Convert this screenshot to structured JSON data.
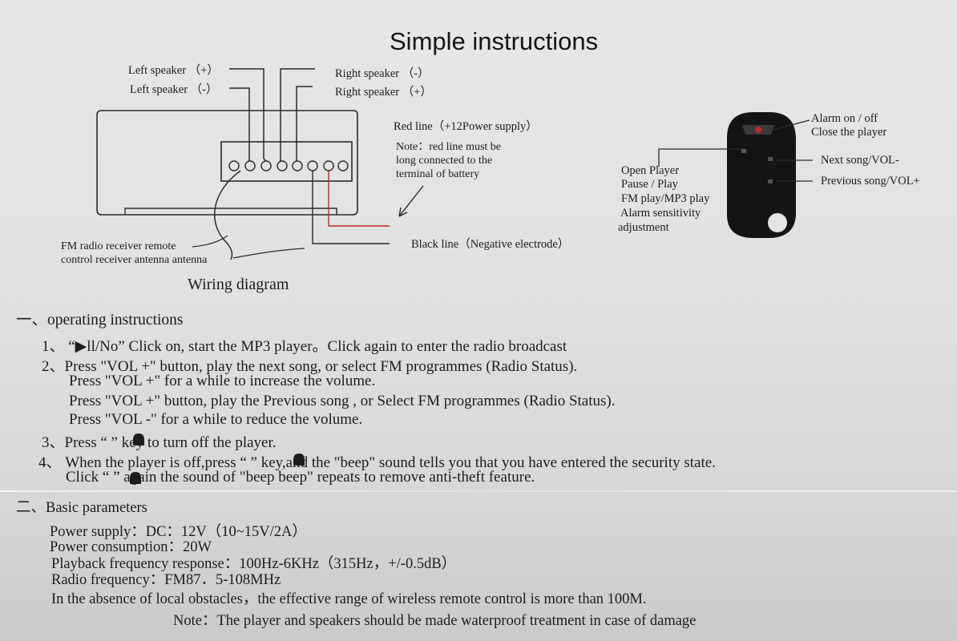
{
  "title": "Simple instructions",
  "wiring": {
    "left_speaker_plus": "Left speaker （+）",
    "left_speaker_minus": "Left speaker （-）",
    "right_speaker_minus": "Right speaker （-）",
    "right_speaker_plus": "Right speaker （+）",
    "red_line": "Red line（+12Power supply）",
    "note_1": "Note：red line must be",
    "note_2": "long connected to the",
    "note_3": "terminal of battery",
    "black_line": "Black line（Negative electrode）",
    "antenna_1": "FM  radio receiver remote",
    "antenna_2": "control receiver antenna antenna",
    "caption": "Wiring diagram"
  },
  "remote": {
    "alarm_1": "Alarm on / off",
    "alarm_2": "Close the player",
    "next_song": "Next song/VOL-",
    "previous_song": "Previous song/VOL+",
    "play_1": "Open Player",
    "play_2": "Pause / Play",
    "play_3": "FM play/MP3 play",
    "play_4": "Alarm sensitivity",
    "play_5": "adjustment",
    "wire_color": "#c0282a"
  },
  "operating": {
    "heading": "一、operating instructions",
    "lines": [
      "1、 “▶ll/No” Click on, start the MP3 player。Click again to enter the radio broadcast",
      "2、Press \"VOL +\" button, play the next song, or select FM programmes (Radio Status).",
      "Press \"VOL +\" for a while to increase the volume.",
      "Press \"VOL +\" button, play the Previous song , or Select FM programmes (Radio Status).",
      "Press \"VOL -\" for a while to reduce the volume.",
      "3、Press “  ” key to turn off the player.",
      "4、 When the player is off,press “  ” key,and the \"beep\" sound tells you that you have entered the security state.",
      "Click “  ” again the sound of \"beep beep\" repeats to remove anti-theft feature."
    ]
  },
  "parameters": {
    "heading": "二、Basic parameters",
    "lines": [
      "Power supply：DC：12V（10~15V/2A）",
      "Power consumption：20W",
      "Playback frequency response：100Hz-6KHz（315Hz，+/-0.5dB）",
      "Radio frequency：FM87．5-108MHz",
      "In the absence of local obstacles，the effective range of wireless remote control is more than 100M."
    ],
    "note": "Note：The player and speakers should be made waterproof treatment in case of damage"
  }
}
